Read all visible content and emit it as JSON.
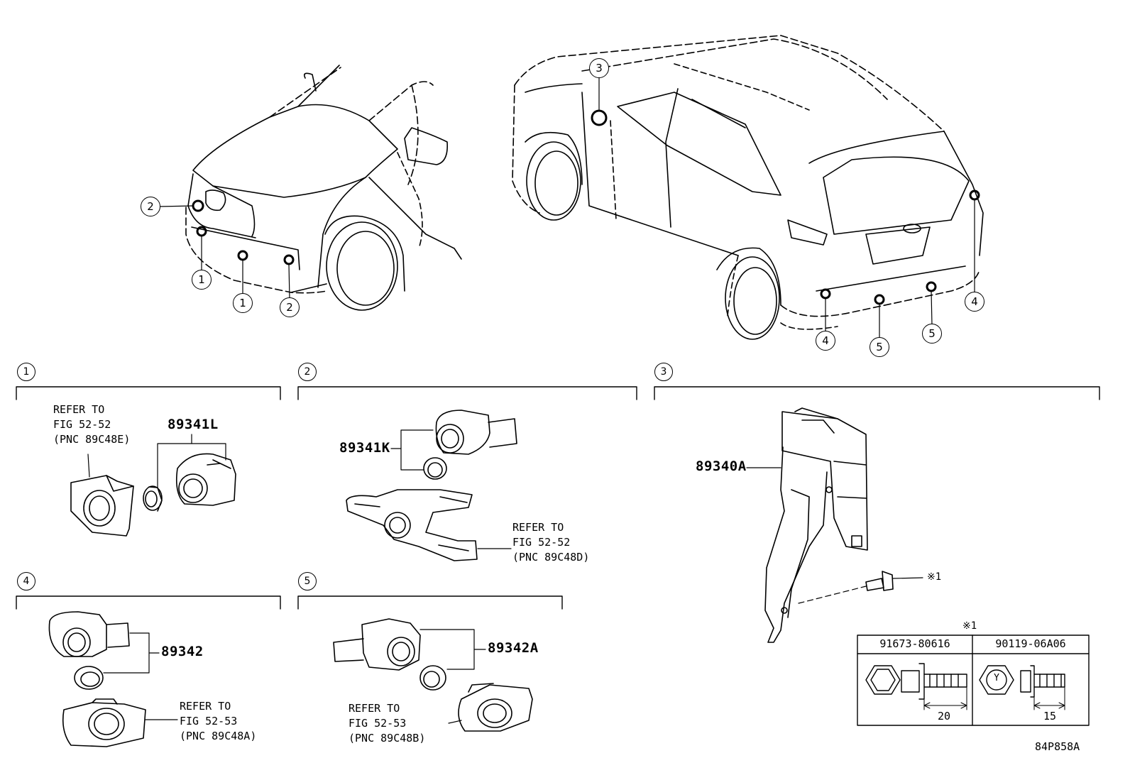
{
  "callouts": {
    "c1": "1",
    "c2": "2",
    "c3": "3",
    "c4": "4",
    "c5": "5"
  },
  "sections": [
    {
      "num": "1",
      "part": "89341L",
      "refer": [
        "REFER TO",
        "FIG 52-52",
        "(PNC 89C48E)"
      ]
    },
    {
      "num": "2",
      "part": "89341K",
      "refer": [
        "REFER TO",
        "FIG 52-52",
        "(PNC 89C48D)"
      ]
    },
    {
      "num": "3",
      "part": "89340A",
      "note_mark": "※1"
    },
    {
      "num": "4",
      "part": "89342",
      "refer": [
        "REFER TO",
        "FIG 52-53",
        "(PNC 89C48A)"
      ]
    },
    {
      "num": "5",
      "part": "89342A",
      "refer": [
        "REFER TO",
        "FIG 52-53",
        "(PNC 89C48B)"
      ]
    }
  ],
  "fastener_table": {
    "mark": "※1",
    "columns": [
      {
        "part": "91673-80616",
        "length": "20"
      },
      {
        "part": "90119-06A06",
        "length": "15",
        "head_mark": "Y"
      }
    ]
  },
  "figure_id": "84P858A"
}
